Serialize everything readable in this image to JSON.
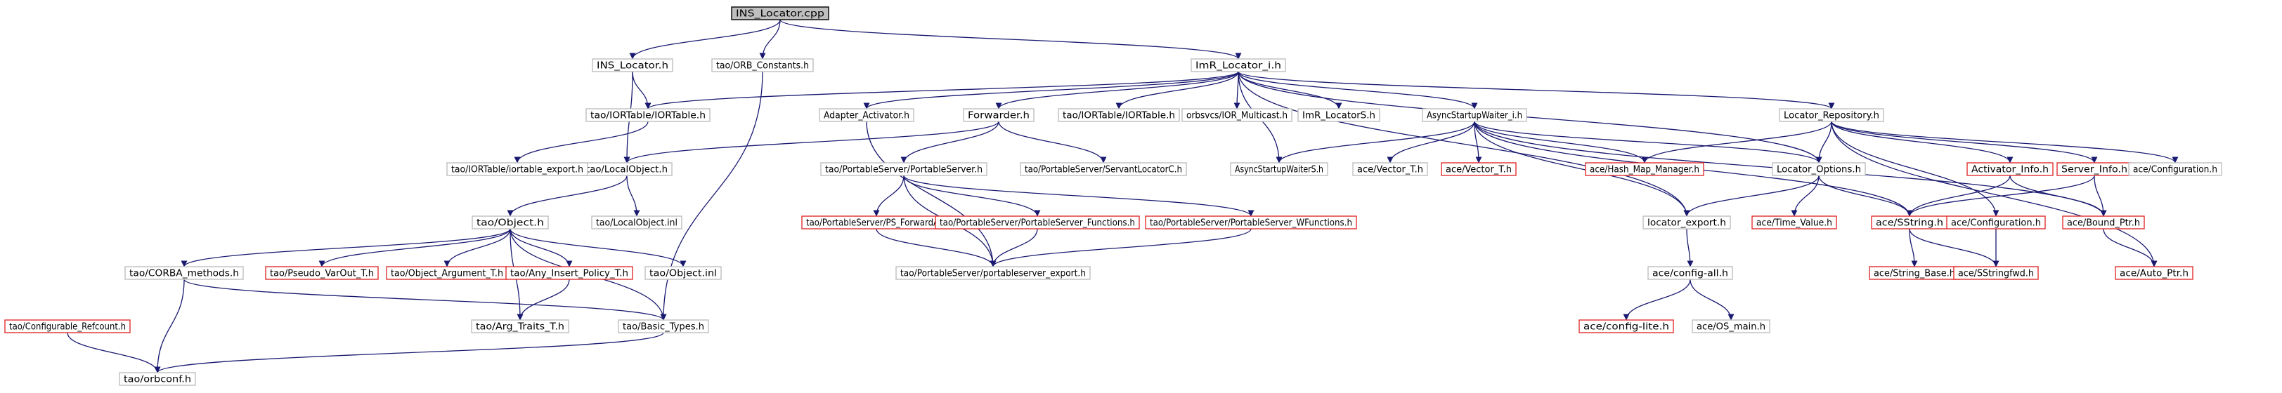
{
  "colors": {
    "edge": "#191970",
    "node_border": "#bfbfbf",
    "missing_border": "#e03030",
    "root_fill": "#bfbfbf",
    "text": "#000000"
  },
  "nodes": [
    {
      "id": "n0",
      "label": "INS_Locator.cpp",
      "kind": "root"
    },
    {
      "id": "n1",
      "label": "INS_Locator.h",
      "kind": "normal"
    },
    {
      "id": "n2",
      "label": "tao/ORB_Constants.h",
      "kind": "normal"
    },
    {
      "id": "n3",
      "label": "ImR_Locator_i.h",
      "kind": "normal"
    },
    {
      "id": "n4",
      "label": "tao/IORTable/IORTable.h",
      "kind": "normal"
    },
    {
      "id": "n5",
      "label": "tao/LocalObject.h",
      "kind": "normal"
    },
    {
      "id": "n6",
      "label": "tao/IORTable/iortable_export.h",
      "kind": "normal"
    },
    {
      "id": "n7",
      "label": "tao/Object.h",
      "kind": "normal"
    },
    {
      "id": "n8",
      "label": "tao/LocalObject.inl",
      "kind": "normal"
    },
    {
      "id": "n9",
      "label": "tao/CORBA_methods.h",
      "kind": "normal"
    },
    {
      "id": "n10",
      "label": "tao/Pseudo_VarOut_T.h",
      "kind": "missing"
    },
    {
      "id": "n11",
      "label": "tao/Object_Argument_T.h",
      "kind": "missing"
    },
    {
      "id": "n12",
      "label": "tao/Any_Insert_Policy_T.h",
      "kind": "missing"
    },
    {
      "id": "n13",
      "label": "tao/Object.inl",
      "kind": "normal"
    },
    {
      "id": "n14",
      "label": "tao/Configurable_Refcount.h",
      "kind": "missing"
    },
    {
      "id": "n15",
      "label": "tao/Arg_Traits_T.h",
      "kind": "normal"
    },
    {
      "id": "n16",
      "label": "tao/Basic_Types.h",
      "kind": "normal"
    },
    {
      "id": "n17",
      "label": "tao/orbconf.h",
      "kind": "normal"
    },
    {
      "id": "n18",
      "label": "Adapter_Activator.h",
      "kind": "normal"
    },
    {
      "id": "n19",
      "label": "Forwarder.h",
      "kind": "normal"
    },
    {
      "id": "n20",
      "label": "tao/IORTable/IORTable.h",
      "kind": "normal"
    },
    {
      "id": "n21",
      "label": "orbsvcs/IOR_Multicast.h",
      "kind": "normal"
    },
    {
      "id": "n22",
      "label": "ImR_LocatorS.h",
      "kind": "normal"
    },
    {
      "id": "n23",
      "label": "AsyncStartupWaiter_i.h",
      "kind": "normal"
    },
    {
      "id": "n24",
      "label": "Locator_Repository.h",
      "kind": "normal"
    },
    {
      "id": "n25",
      "label": "tao/PortableServer/PortableServer.h",
      "kind": "normal"
    },
    {
      "id": "n26",
      "label": "tao/PortableServer/ServantLocatorC.h",
      "kind": "normal"
    },
    {
      "id": "n27",
      "label": "AsyncStartupWaiterS.h",
      "kind": "normal"
    },
    {
      "id": "n28",
      "label": "ace/Vector_T.h",
      "kind": "normal"
    },
    {
      "id": "n29",
      "label": "ace/Vector_T.h",
      "kind": "missing"
    },
    {
      "id": "n30",
      "label": "ace/Hash_Map_Manager.h",
      "kind": "missing"
    },
    {
      "id": "n31",
      "label": "Locator_Options.h",
      "kind": "normal"
    },
    {
      "id": "n32",
      "label": "Activator_Info.h",
      "kind": "missing"
    },
    {
      "id": "n33",
      "label": "Server_Info.h",
      "kind": "missing"
    },
    {
      "id": "n34",
      "label": "ace/Configuration.h",
      "kind": "normal"
    },
    {
      "id": "n35",
      "label": "tao/PortableServer/PS_ForwardA.h",
      "kind": "missing"
    },
    {
      "id": "n36",
      "label": "tao/PortableServer/PortableServer_Functions.h",
      "kind": "missing"
    },
    {
      "id": "n37",
      "label": "tao/PortableServer/PortableServer_WFunctions.h",
      "kind": "missing"
    },
    {
      "id": "n38",
      "label": "tao/PortableServer/portableserver_export.h",
      "kind": "normal"
    },
    {
      "id": "n39",
      "label": "locator_export.h",
      "kind": "normal"
    },
    {
      "id": "n40",
      "label": "ace/Time_Value.h",
      "kind": "missing"
    },
    {
      "id": "n41",
      "label": "ace/SString.h",
      "kind": "missing"
    },
    {
      "id": "n42",
      "label": "ace/Configuration.h",
      "kind": "missing"
    },
    {
      "id": "n43",
      "label": "ace/Bound_Ptr.h",
      "kind": "missing"
    },
    {
      "id": "n44",
      "label": "ace/config-all.h",
      "kind": "normal"
    },
    {
      "id": "n45",
      "label": "ace/String_Base.h",
      "kind": "missing"
    },
    {
      "id": "n46",
      "label": "ace/SStringfwd.h",
      "kind": "missing"
    },
    {
      "id": "n47",
      "label": "ace/Auto_Ptr.h",
      "kind": "missing"
    },
    {
      "id": "n48",
      "label": "ace/config-lite.h",
      "kind": "missing"
    },
    {
      "id": "n49",
      "label": "ace/OS_main.h",
      "kind": "normal"
    }
  ],
  "edges": [
    [
      "n0",
      "n1"
    ],
    [
      "n0",
      "n2"
    ],
    [
      "n0",
      "n3"
    ],
    [
      "n1",
      "n4"
    ],
    [
      "n1",
      "n5"
    ],
    [
      "n2",
      "n16"
    ],
    [
      "n3",
      "n4"
    ],
    [
      "n3",
      "n18"
    ],
    [
      "n3",
      "n19"
    ],
    [
      "n3",
      "n20"
    ],
    [
      "n3",
      "n21"
    ],
    [
      "n3",
      "n22"
    ],
    [
      "n3",
      "n23"
    ],
    [
      "n3",
      "n24"
    ],
    [
      "n3",
      "n27"
    ],
    [
      "n3",
      "n31"
    ],
    [
      "n3",
      "n39"
    ],
    [
      "n4",
      "n6"
    ],
    [
      "n5",
      "n7"
    ],
    [
      "n5",
      "n8"
    ],
    [
      "n7",
      "n9"
    ],
    [
      "n7",
      "n10"
    ],
    [
      "n7",
      "n11"
    ],
    [
      "n7",
      "n12"
    ],
    [
      "n7",
      "n13"
    ],
    [
      "n7",
      "n15"
    ],
    [
      "n7",
      "n16"
    ],
    [
      "n9",
      "n17"
    ],
    [
      "n9",
      "n16"
    ],
    [
      "n14",
      "n17"
    ],
    [
      "n16",
      "n17"
    ],
    [
      "n12",
      "n15"
    ],
    [
      "n18",
      "n38"
    ],
    [
      "n19",
      "n5"
    ],
    [
      "n19",
      "n25"
    ],
    [
      "n19",
      "n26"
    ],
    [
      "n25",
      "n35"
    ],
    [
      "n25",
      "n36"
    ],
    [
      "n25",
      "n37"
    ],
    [
      "n25",
      "n38"
    ],
    [
      "n35",
      "n38"
    ],
    [
      "n36",
      "n38"
    ],
    [
      "n37",
      "n38"
    ],
    [
      "n23",
      "n27"
    ],
    [
      "n23",
      "n28"
    ],
    [
      "n23",
      "n29"
    ],
    [
      "n23",
      "n30"
    ],
    [
      "n23",
      "n31"
    ],
    [
      "n23",
      "n39"
    ],
    [
      "n23",
      "n41"
    ],
    [
      "n23",
      "n43"
    ],
    [
      "n24",
      "n30"
    ],
    [
      "n24",
      "n31"
    ],
    [
      "n24",
      "n32"
    ],
    [
      "n24",
      "n33"
    ],
    [
      "n24",
      "n34"
    ],
    [
      "n24",
      "n42"
    ],
    [
      "n24",
      "n47"
    ],
    [
      "n31",
      "n39"
    ],
    [
      "n31",
      "n40"
    ],
    [
      "n31",
      "n41"
    ],
    [
      "n32",
      "n41"
    ],
    [
      "n32",
      "n43"
    ],
    [
      "n33",
      "n41"
    ],
    [
      "n33",
      "n43"
    ],
    [
      "n39",
      "n44"
    ],
    [
      "n41",
      "n45"
    ],
    [
      "n41",
      "n46"
    ],
    [
      "n42",
      "n46"
    ],
    [
      "n43",
      "n47"
    ],
    [
      "n44",
      "n48"
    ],
    [
      "n44",
      "n49"
    ]
  ]
}
